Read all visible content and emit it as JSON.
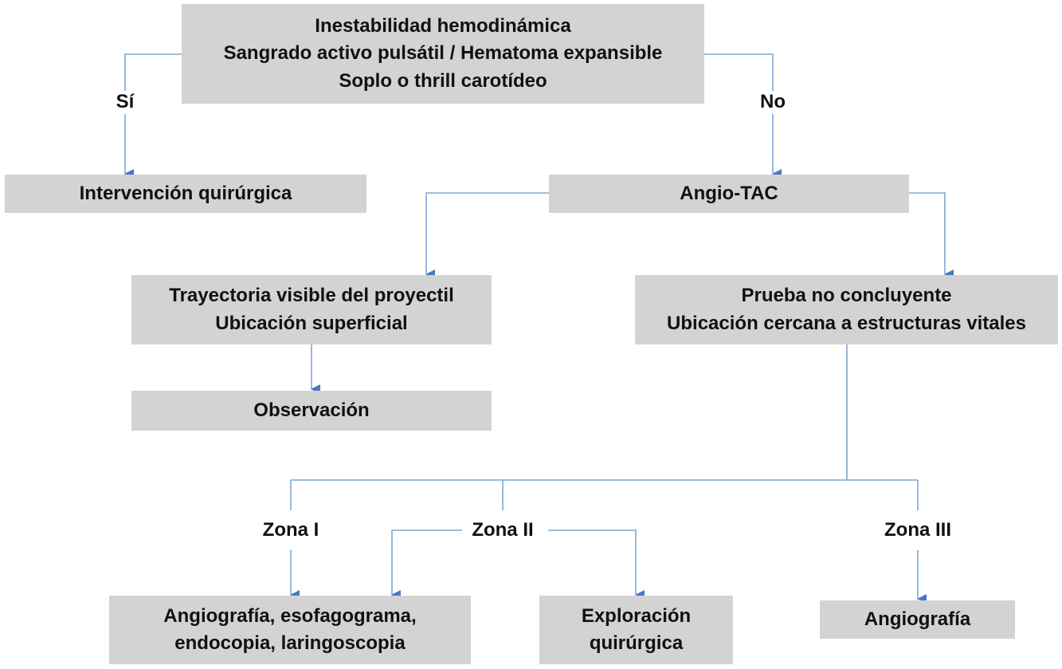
{
  "nodes": {
    "top": {
      "lines": [
        "Inestabilidad hemodinámica",
        "Sangrado activo pulsátil / Hematoma expansible",
        "Soplo o thrill carotídeo"
      ]
    },
    "surgery": {
      "lines": [
        "Intervención quirúrgica"
      ]
    },
    "angio_tac": {
      "lines": [
        "Angio-TAC"
      ]
    },
    "visible": {
      "lines": [
        "Trayectoria visible del proyectil",
        "Ubicación superficial"
      ]
    },
    "inconclusive": {
      "lines": [
        "Prueba no concluyente",
        "Ubicación cercana a estructuras vitales"
      ]
    },
    "observation": {
      "lines": [
        "Observación"
      ]
    },
    "zone1_tests": {
      "lines": [
        "Angiografía, esofagograma,",
        "endocopia, laringoscopia"
      ]
    },
    "exploration": {
      "lines": [
        "Exploración",
        "quirúrgica"
      ]
    },
    "angiography": {
      "lines": [
        "Angiografía"
      ]
    }
  },
  "labels": {
    "yes": "Sí",
    "no": "No",
    "zone1": "Zona I",
    "zone2": "Zona II",
    "zone3": "Zona III"
  },
  "colors": {
    "box_fill": "#d3d3d3",
    "connector": "#7fa7d6",
    "arrow": "#4a78c2",
    "text": "#111111"
  }
}
